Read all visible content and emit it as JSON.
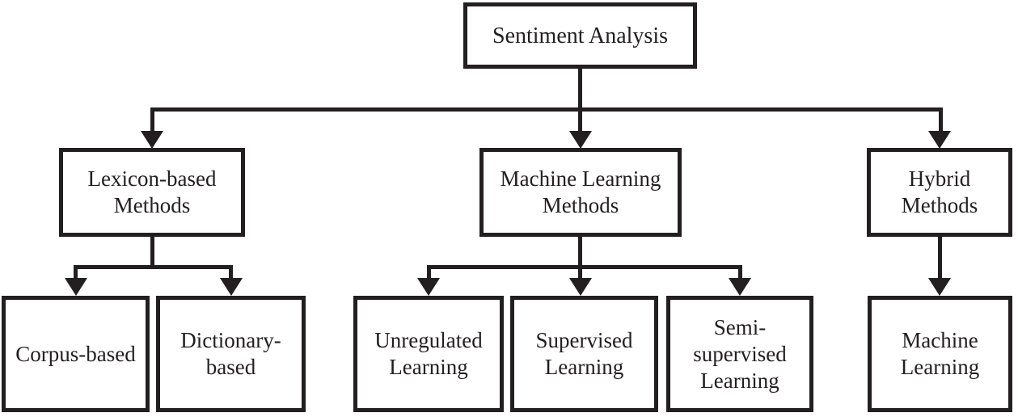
{
  "diagram": {
    "type": "flowchart-hierarchy",
    "colors": {
      "line": "#231f20",
      "box_border": "#231f20",
      "text": "#231f20",
      "background": "#ffffff"
    },
    "nodes": {
      "sentiment_analysis": "Sentiment Analysis",
      "lexicon_based_methods": "Lexicon-based\nMethods",
      "machine_learning_methods": "Machine Learning\nMethods",
      "hybrid_methods": "Hybrid\nMethods",
      "corpus_based": "Corpus-based",
      "dictionary_based": "Dictionary-\nbased",
      "unregulated_learning": "Unregulated\nLearning",
      "supervised_learning": "Supervised\nLearning",
      "semi_supervised_learning": "Semi-\nsupervised\nLearning",
      "machine_learning": "Machine\nLearning"
    },
    "edges": [
      {
        "from": "Sentiment Analysis",
        "to": "Lexicon-based Methods"
      },
      {
        "from": "Sentiment Analysis",
        "to": "Machine Learning Methods"
      },
      {
        "from": "Sentiment Analysis",
        "to": "Hybrid Methods"
      },
      {
        "from": "Lexicon-based Methods",
        "to": "Corpus-based"
      },
      {
        "from": "Lexicon-based Methods",
        "to": "Dictionary-based"
      },
      {
        "from": "Machine Learning Methods",
        "to": "Unregulated Learning"
      },
      {
        "from": "Machine Learning Methods",
        "to": "Supervised Learning"
      },
      {
        "from": "Machine Learning Methods",
        "to": "Semi-supervised Learning"
      },
      {
        "from": "Hybrid Methods",
        "to": "Machine Learning"
      }
    ]
  }
}
